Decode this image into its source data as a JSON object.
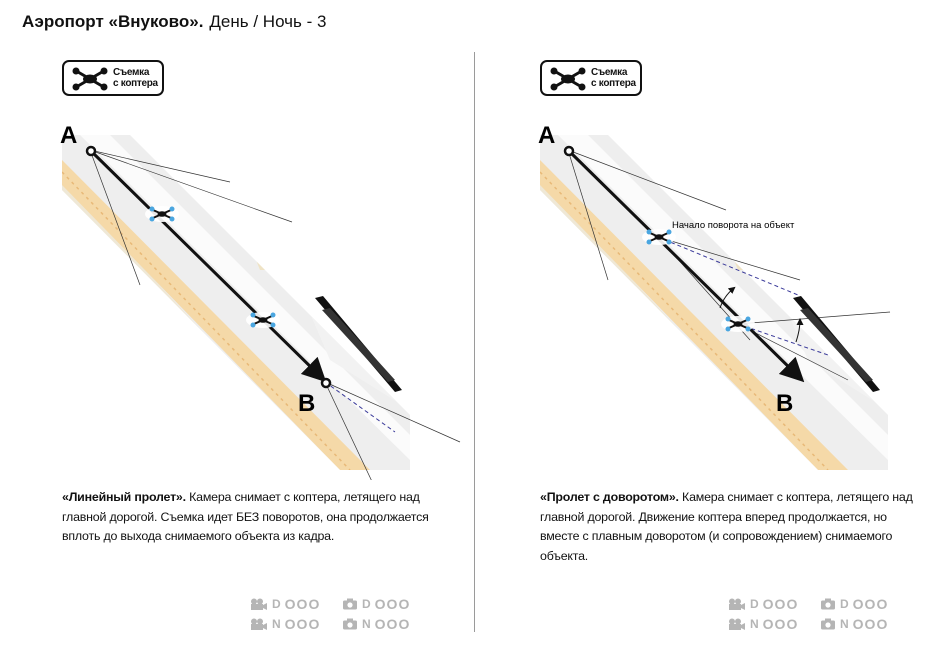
{
  "header": {
    "title_bold": "Аэропорт «Внуково».",
    "title_rest": "День / Ночь - 3"
  },
  "badge": {
    "icon": "drone-icon",
    "text": "Съемка\nс коптера"
  },
  "panels": [
    {
      "point_a": "A",
      "point_b": "B",
      "annotation": "",
      "desc_bold": "«Линейный пролет».",
      "desc_text": " Камера снимает с коптера, летящего над главной дорогой. Съемка идет БЕЗ поворотов, она продолжается вплоть до выхода снимаемого объекта из кадра.",
      "meta": {
        "video_day": "D",
        "video_night": "N",
        "photo_day": "D",
        "photo_night": "N",
        "circles": "OOO"
      }
    },
    {
      "point_a": "A",
      "point_b": "B",
      "annotation": "Начало поворота на объект",
      "desc_bold": "«Пролет с доворотом».",
      "desc_text": " Камера снимает с коптера, летящего над главной дорогой. Движение коптера вперед продолжается, но вместе с плавным доворотом (и сопровождением) снимаемого объекта.",
      "meta": {
        "video_day": "D",
        "video_night": "N",
        "photo_day": "D",
        "photo_night": "N",
        "circles": "OOO"
      }
    }
  ],
  "colors": {
    "road": "#f5d9a8",
    "ground": "#efe8d6",
    "green": "#e3ecd7",
    "path": "#111111",
    "dash": "#3a3a9a",
    "drone_blue": "#4aa6e0",
    "meta_gray": "#b5b5b5"
  }
}
